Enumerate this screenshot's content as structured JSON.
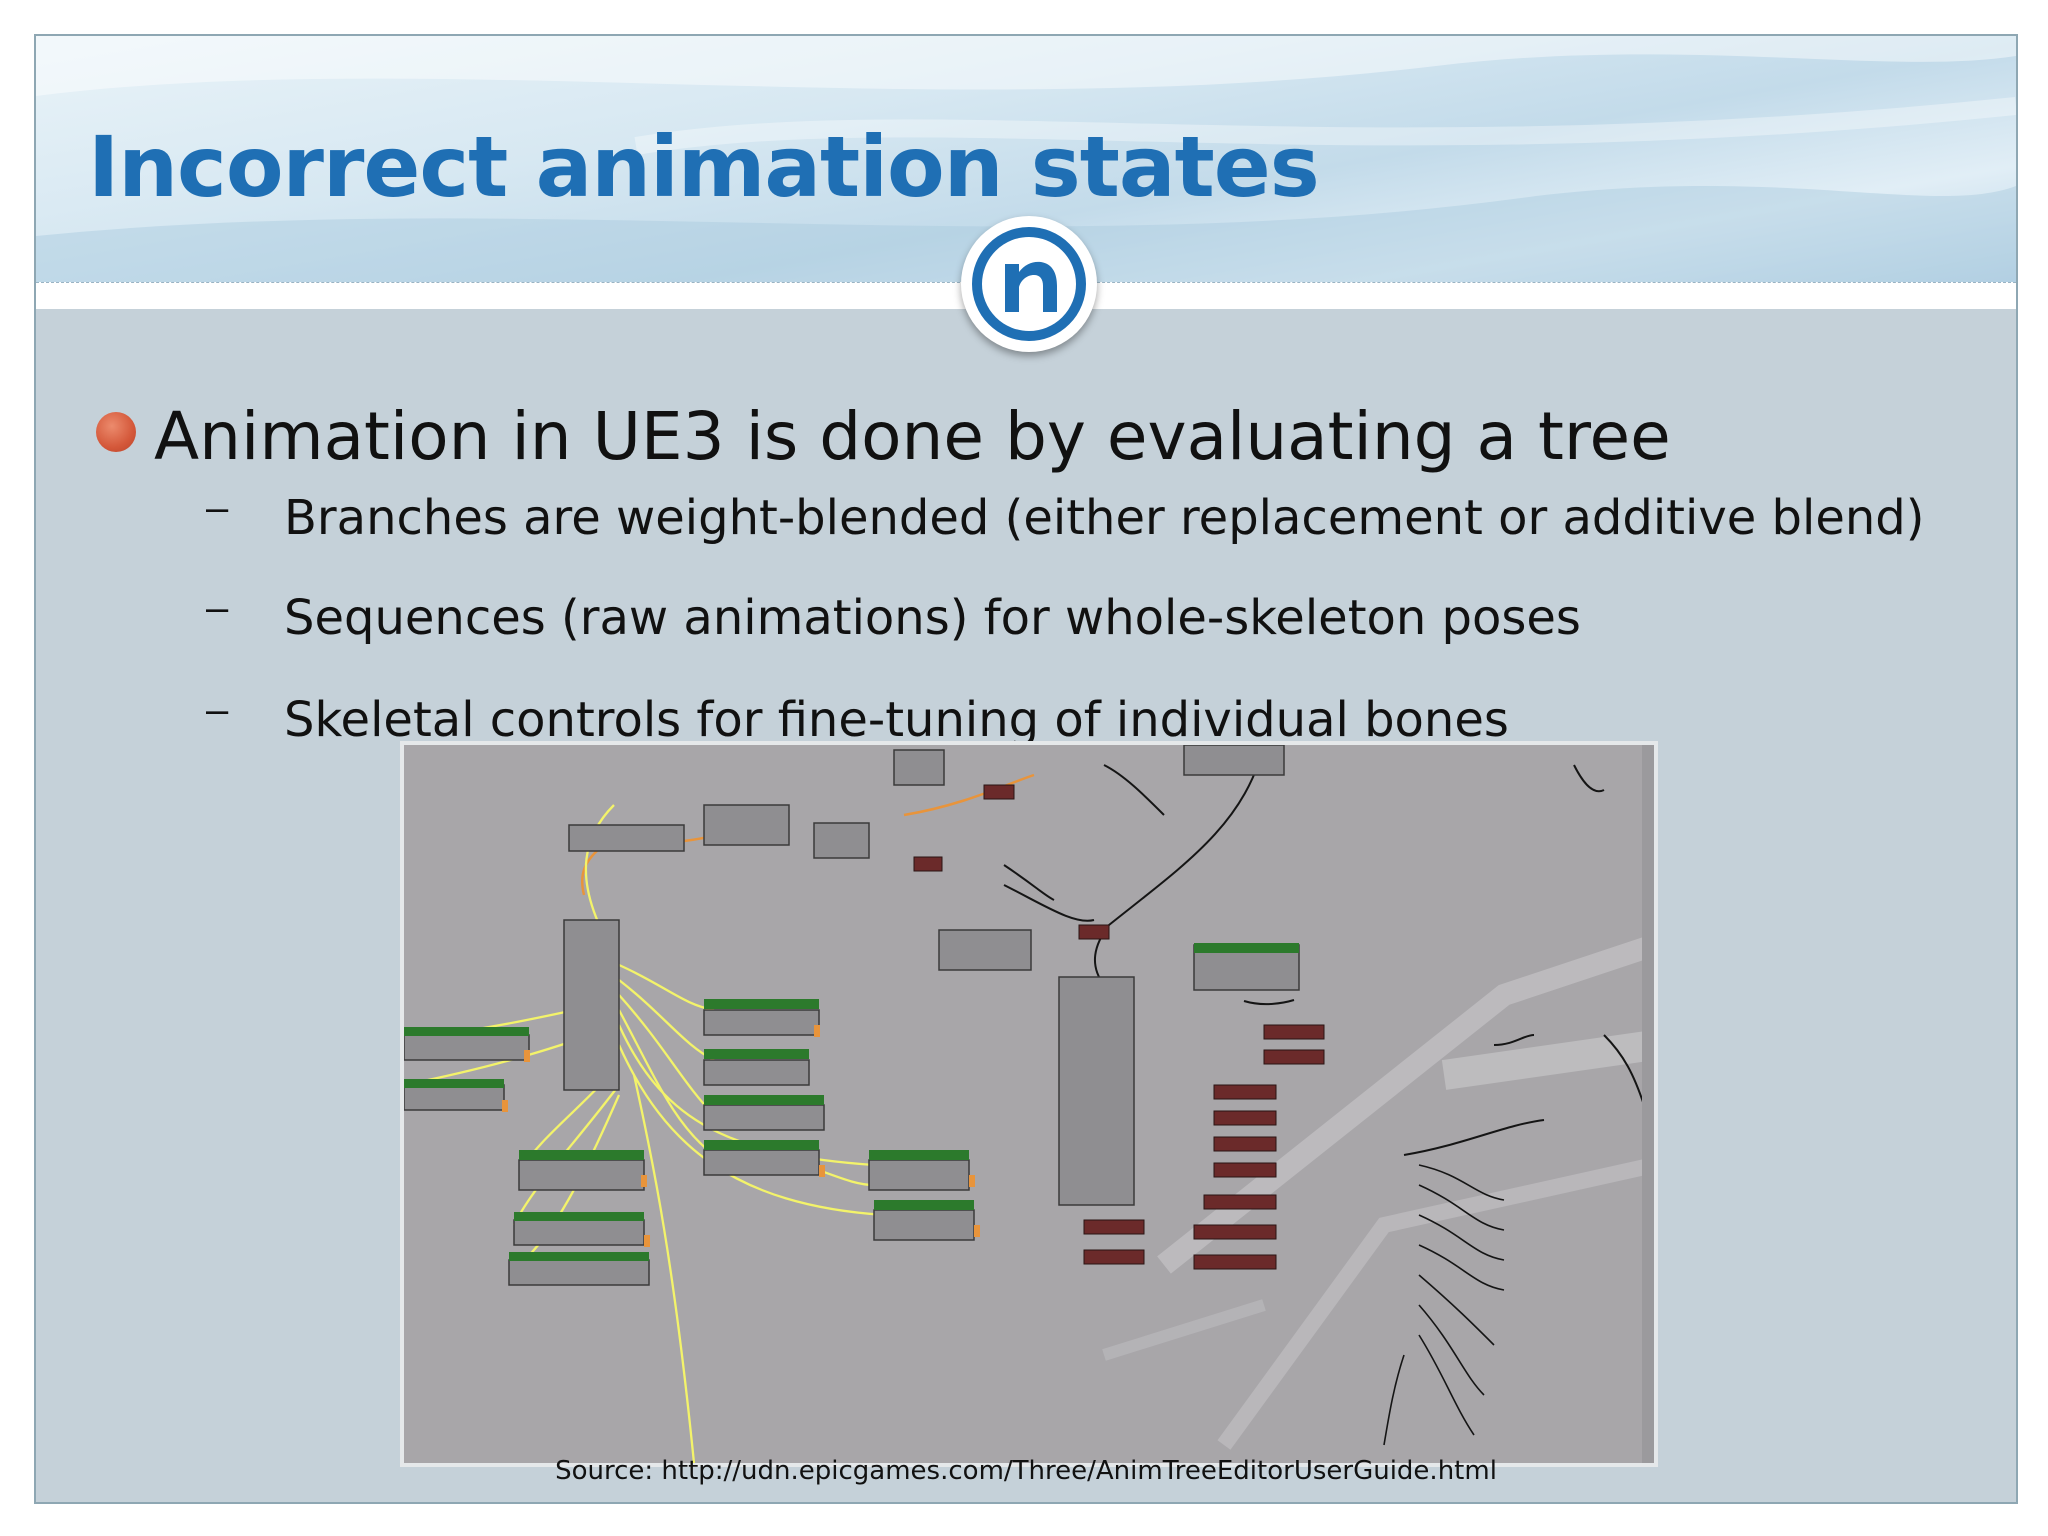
{
  "slide": {
    "title": "Incorrect animation states",
    "logo_icon": "n-circle-logo-icon",
    "bullets": [
      {
        "text": "Animation in UE3 is done by evaluating a tree",
        "sub": [
          "Branches are weight-blended (either replacement or additive blend)",
          "Sequences (raw animations) for whole-skeleton poses",
          "Skeletal controls for fine-tuning of individual bones"
        ]
      }
    ],
    "dash": "–",
    "source": "Source: http://udn.epicgames.com/Three/AnimTreeEditorUserGuide.html"
  },
  "colors": {
    "title": "#1f6fb4",
    "bullet_dot": "#d4583a",
    "slide_bg": "#c5d1d9",
    "screenshot_bg": "#a8a6a9",
    "node_green": "#2c7a2c",
    "node_red": "#6b2a2a",
    "wire_yellow": "#f3f36a",
    "wire_orange": "#e8943b"
  }
}
